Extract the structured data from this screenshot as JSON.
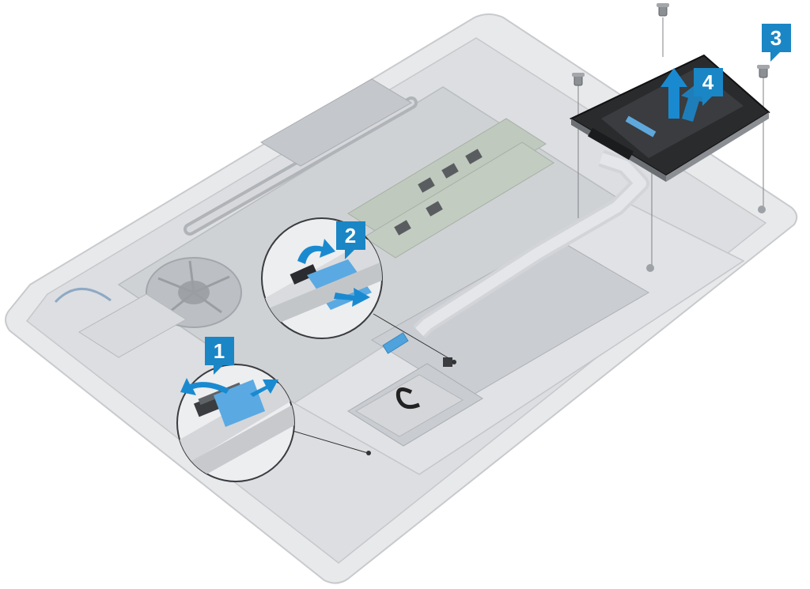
{
  "steps": [
    {
      "label": "1"
    },
    {
      "label": "2"
    },
    {
      "label": "3"
    },
    {
      "label": "4"
    }
  ],
  "colors": {
    "badge": "#1a86c5",
    "arrow": "#1a8ad0",
    "cable": "#4fa3dd",
    "chassis": "#e3e4e6",
    "board": "#cdd0d3",
    "smartcard_cage": "#2a2b2d"
  }
}
